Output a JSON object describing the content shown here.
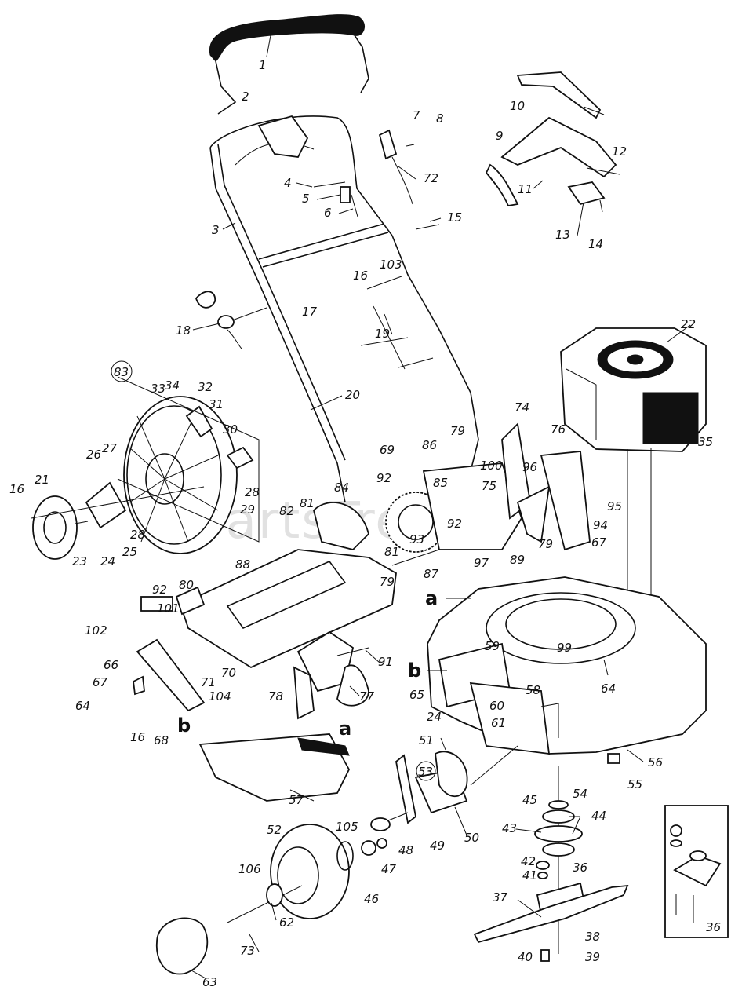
{
  "watermark": "PartsTree",
  "callouts": [
    {
      "id": "c1",
      "text": "1"
    },
    {
      "id": "c2",
      "text": "2"
    },
    {
      "id": "c3",
      "text": "3"
    },
    {
      "id": "c4",
      "text": "4"
    },
    {
      "id": "c5",
      "text": "5"
    },
    {
      "id": "c6",
      "text": "6"
    },
    {
      "id": "c7",
      "text": "7"
    },
    {
      "id": "c8",
      "text": "8"
    },
    {
      "id": "c9",
      "text": "9"
    },
    {
      "id": "c10",
      "text": "10"
    },
    {
      "id": "c11",
      "text": "11"
    },
    {
      "id": "c12",
      "text": "12"
    },
    {
      "id": "c13",
      "text": "13"
    },
    {
      "id": "c14",
      "text": "14"
    },
    {
      "id": "c15",
      "text": "15"
    },
    {
      "id": "c16a",
      "text": "16"
    },
    {
      "id": "c16b",
      "text": "16"
    },
    {
      "id": "c16c",
      "text": "16"
    },
    {
      "id": "c17",
      "text": "17"
    },
    {
      "id": "c18",
      "text": "18"
    },
    {
      "id": "c19",
      "text": "19"
    },
    {
      "id": "c20",
      "text": "20"
    },
    {
      "id": "c21",
      "text": "21"
    },
    {
      "id": "c22",
      "text": "22"
    },
    {
      "id": "c23",
      "text": "23"
    },
    {
      "id": "c24a",
      "text": "24"
    },
    {
      "id": "c24b",
      "text": "24"
    },
    {
      "id": "c25",
      "text": "25"
    },
    {
      "id": "c26",
      "text": "26"
    },
    {
      "id": "c27",
      "text": "27"
    },
    {
      "id": "c28a",
      "text": "28"
    },
    {
      "id": "c28b",
      "text": "28"
    },
    {
      "id": "c29",
      "text": "29"
    },
    {
      "id": "c30",
      "text": "30"
    },
    {
      "id": "c31",
      "text": "31"
    },
    {
      "id": "c32",
      "text": "32"
    },
    {
      "id": "c33",
      "text": "33"
    },
    {
      "id": "c34",
      "text": "34"
    },
    {
      "id": "c35",
      "text": "35"
    },
    {
      "id": "c36a",
      "text": "36"
    },
    {
      "id": "c36b",
      "text": "36"
    },
    {
      "id": "c37",
      "text": "37"
    },
    {
      "id": "c38",
      "text": "38"
    },
    {
      "id": "c39",
      "text": "39"
    },
    {
      "id": "c40",
      "text": "40"
    },
    {
      "id": "c41",
      "text": "41"
    },
    {
      "id": "c42",
      "text": "42"
    },
    {
      "id": "c43",
      "text": "43"
    },
    {
      "id": "c44",
      "text": "44"
    },
    {
      "id": "c45",
      "text": "45"
    },
    {
      "id": "c46",
      "text": "46"
    },
    {
      "id": "c47",
      "text": "47"
    },
    {
      "id": "c48",
      "text": "48"
    },
    {
      "id": "c49",
      "text": "49"
    },
    {
      "id": "c50",
      "text": "50"
    },
    {
      "id": "c51",
      "text": "51"
    },
    {
      "id": "c52",
      "text": "52"
    },
    {
      "id": "c53",
      "text": "53"
    },
    {
      "id": "c54",
      "text": "54"
    },
    {
      "id": "c55",
      "text": "55"
    },
    {
      "id": "c56",
      "text": "56"
    },
    {
      "id": "c57",
      "text": "57"
    },
    {
      "id": "c58",
      "text": "58"
    },
    {
      "id": "c59",
      "text": "59"
    },
    {
      "id": "c60",
      "text": "60"
    },
    {
      "id": "c61",
      "text": "61"
    },
    {
      "id": "c62",
      "text": "62"
    },
    {
      "id": "c63",
      "text": "63"
    },
    {
      "id": "c64a",
      "text": "64"
    },
    {
      "id": "c64b",
      "text": "64"
    },
    {
      "id": "c65",
      "text": "65"
    },
    {
      "id": "c66",
      "text": "66"
    },
    {
      "id": "c67a",
      "text": "67"
    },
    {
      "id": "c67b",
      "text": "67"
    },
    {
      "id": "c68",
      "text": "68"
    },
    {
      "id": "c69",
      "text": "69"
    },
    {
      "id": "c70",
      "text": "70"
    },
    {
      "id": "c71",
      "text": "71"
    },
    {
      "id": "c72",
      "text": "72"
    },
    {
      "id": "c73",
      "text": "73"
    },
    {
      "id": "c74",
      "text": "74"
    },
    {
      "id": "c75",
      "text": "75"
    },
    {
      "id": "c76",
      "text": "76"
    },
    {
      "id": "c77",
      "text": "77"
    },
    {
      "id": "c78",
      "text": "78"
    },
    {
      "id": "c79a",
      "text": "79"
    },
    {
      "id": "c79b",
      "text": "79"
    },
    {
      "id": "c79c",
      "text": "79"
    },
    {
      "id": "c80",
      "text": "80"
    },
    {
      "id": "c81a",
      "text": "81"
    },
    {
      "id": "c81b",
      "text": "81"
    },
    {
      "id": "c82",
      "text": "82"
    },
    {
      "id": "c83",
      "text": "83"
    },
    {
      "id": "c84",
      "text": "84"
    },
    {
      "id": "c85",
      "text": "85"
    },
    {
      "id": "c86",
      "text": "86"
    },
    {
      "id": "c87",
      "text": "87"
    },
    {
      "id": "c88",
      "text": "88"
    },
    {
      "id": "c89",
      "text": "89"
    },
    {
      "id": "c91",
      "text": "91"
    },
    {
      "id": "c92a",
      "text": "92"
    },
    {
      "id": "c92b",
      "text": "92"
    },
    {
      "id": "c92c",
      "text": "92"
    },
    {
      "id": "c93",
      "text": "93"
    },
    {
      "id": "c94",
      "text": "94"
    },
    {
      "id": "c95",
      "text": "95"
    },
    {
      "id": "c96",
      "text": "96"
    },
    {
      "id": "c97",
      "text": "97"
    },
    {
      "id": "c99",
      "text": "99"
    },
    {
      "id": "c100",
      "text": "100"
    },
    {
      "id": "c101",
      "text": "101"
    },
    {
      "id": "c102",
      "text": "102"
    },
    {
      "id": "c103",
      "text": "103"
    },
    {
      "id": "c104",
      "text": "104"
    },
    {
      "id": "c105",
      "text": "105"
    },
    {
      "id": "c106",
      "text": "106"
    }
  ],
  "reference_letters": [
    {
      "id": "ra1",
      "text": "a"
    },
    {
      "id": "ra2",
      "text": "a"
    },
    {
      "id": "rb1",
      "text": "b"
    },
    {
      "id": "rb2",
      "text": "b"
    }
  ]
}
